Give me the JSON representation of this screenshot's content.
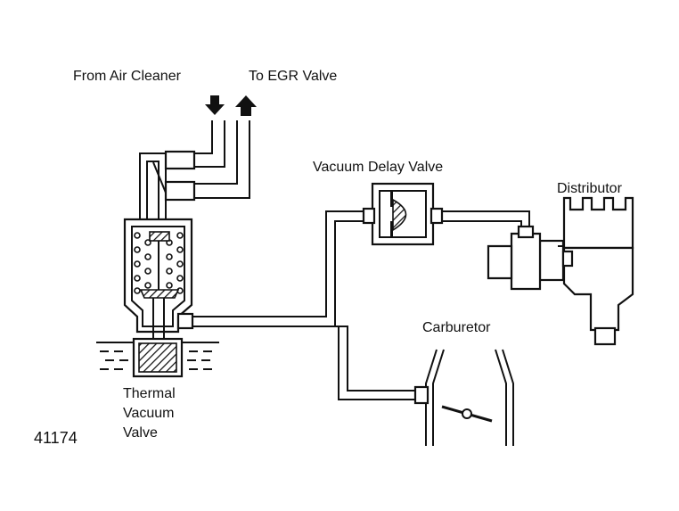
{
  "labels": {
    "air_cleaner": "From Air Cleaner",
    "egr_valve": "To EGR Valve",
    "vacuum_delay_valve": "Vacuum Delay Valve",
    "distributor": "Distributor",
    "carburetor": "Carburetor",
    "tvv_line1": "Thermal",
    "tvv_line2": "Vacuum",
    "tvv_line3": "Valve",
    "figure_number": "41174"
  },
  "colors": {
    "ink": "#111111",
    "paper": "#ffffff"
  }
}
